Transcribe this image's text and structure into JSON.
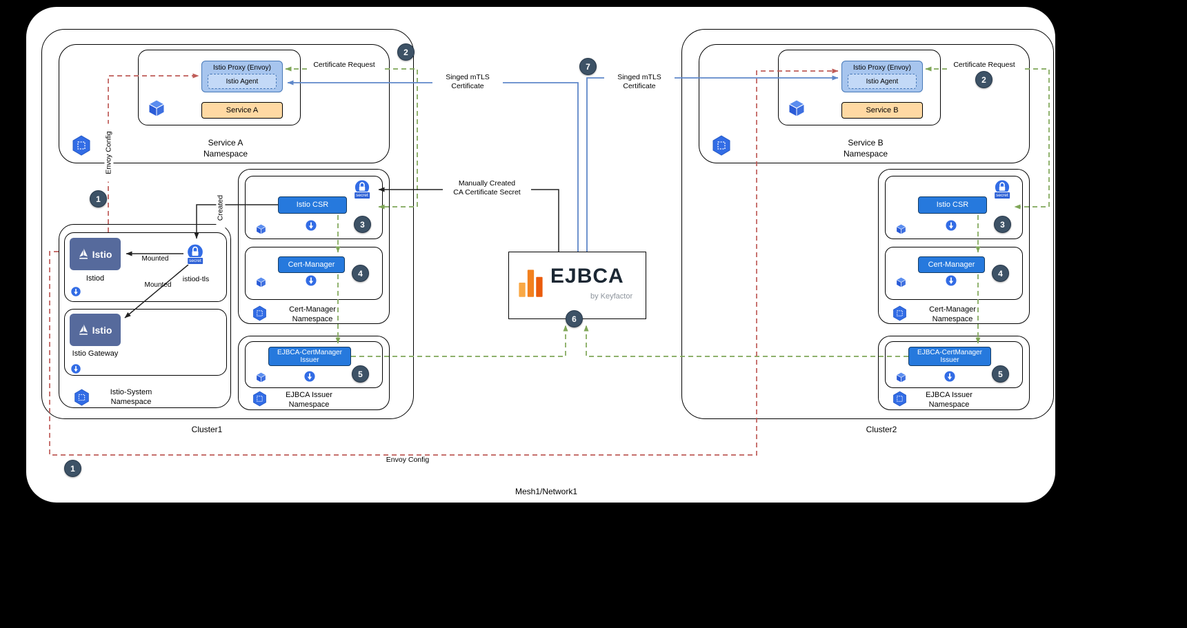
{
  "icons": {
    "secret_label": "secret",
    "istio_logo_text": "Istio"
  },
  "mesh": {
    "label": "Mesh1/Network1"
  },
  "badges": {
    "b1": "1",
    "b2": "2",
    "b3": "3",
    "b4": "4",
    "b5": "5",
    "b6": "6",
    "b7": "7"
  },
  "center": {
    "ejbca_name": "EJBCA",
    "ejbca_tagline": "by Keyfactor",
    "manually_created": "Manually Created\nCA Certificate Secret",
    "signed_left": "Singed mTLS\nCertificate",
    "signed_right": "Singed mTLS\nCertificate",
    "envoy_config_bottom": "Envoy Config"
  },
  "cluster1": {
    "label": "Cluster1",
    "service_ns": {
      "label": "Service A\nNamespace",
      "proxy": "Istio Proxy (Envoy)",
      "agent": "Istio Agent",
      "service": "Service A",
      "cert_request": "Certificate Request"
    },
    "istio_system": {
      "label": "Istio-System\nNamespace",
      "istiod": "Istiod",
      "secret_name": "istiod-tls",
      "gateway": "Istio Gateway",
      "mounted_top": "Mounted",
      "mounted_bottom": "Mounted",
      "created": "Created",
      "envoy_config": "Envoy Config"
    },
    "cm_ns": {
      "label": "Cert-Manager\nNamespace",
      "istio_csr": "Istio CSR",
      "cert_manager": "Cert-Manager"
    },
    "ejbca_ns": {
      "label": "EJBCA Issuer\nNamespace",
      "issuer": "EJBCA-CertManager\nIssuer"
    }
  },
  "cluster2": {
    "label": "Cluster2",
    "service_ns": {
      "label": "Service B\nNamespace",
      "proxy": "Istio Proxy (Envoy)",
      "agent": "Istio Agent",
      "service": "Service B",
      "cert_request": "Certificate Request"
    },
    "cm_ns": {
      "label": "Cert-Manager\nNamespace",
      "istio_csr": "Istio CSR",
      "cert_manager": "Cert-Manager"
    },
    "ejbca_ns": {
      "label": "EJBCA Issuer\nNamespace",
      "issuer": "EJBCA-CertManager\nIssuer"
    }
  }
}
